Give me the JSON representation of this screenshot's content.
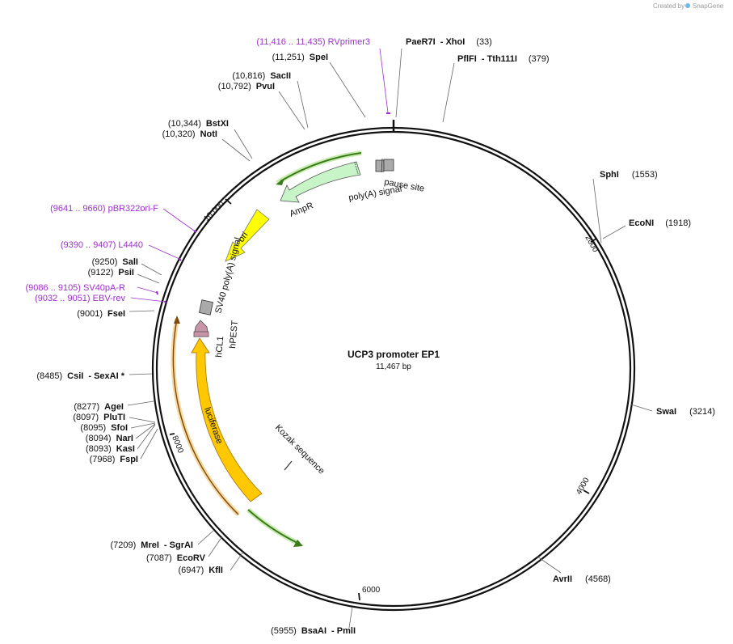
{
  "credit": {
    "prefix": "Created by",
    "brand": "SnapGene"
  },
  "plasmid": {
    "name": "UCP3 promoter EP1",
    "size": "11,467 bp"
  },
  "tick_marks": [
    "10,000",
    "2000",
    "4000",
    "6000",
    "8000"
  ],
  "enzymes": [
    {
      "pos": "(33)",
      "name": "PaeR7I",
      "alt": "XhoI",
      "pos_after": true
    },
    {
      "pos": "(379)",
      "name": "PflFI",
      "alt": "Tth111I",
      "pos_after": true
    },
    {
      "pos": "(11,251)",
      "name": "SpeI"
    },
    {
      "pos": "(10,816)",
      "name": "SacII"
    },
    {
      "pos": "(10,792)",
      "name": "PvuI"
    },
    {
      "pos": "(10,344)",
      "name": "BstXI"
    },
    {
      "pos": "(10,320)",
      "name": "NotI"
    },
    {
      "pos": "(1553)",
      "name": "SphI",
      "pos_after": true
    },
    {
      "pos": "(1918)",
      "name": "EcoNI",
      "pos_after": true
    },
    {
      "pos": "(9250)",
      "name": "SalI"
    },
    {
      "pos": "(9122)",
      "name": "PsiI"
    },
    {
      "pos": "(9001)",
      "name": "FseI"
    },
    {
      "pos": "(8485)",
      "name": "CsiI",
      "alt": "SexAI *"
    },
    {
      "pos": "(3214)",
      "name": "SwaI",
      "pos_after": true
    },
    {
      "pos": "(8277)",
      "name": "AgeI"
    },
    {
      "pos": "(8097)",
      "name": "PluTI"
    },
    {
      "pos": "(8095)",
      "name": "SfoI"
    },
    {
      "pos": "(8094)",
      "name": "NarI"
    },
    {
      "pos": "(8093)",
      "name": "KasI"
    },
    {
      "pos": "(7968)",
      "name": "FspI"
    },
    {
      "pos": "(7209)",
      "name": "MreI",
      "alt": "SgrAI"
    },
    {
      "pos": "(7087)",
      "name": "EcoRV"
    },
    {
      "pos": "(6947)",
      "name": "KflI"
    },
    {
      "pos": "(4568)",
      "name": "AvrII",
      "pos_after": true
    },
    {
      "pos": "(5955)",
      "name": "BsaAI",
      "alt": "PmlI"
    }
  ],
  "primers": [
    {
      "label": "(11,416 .. 11,435)  RVprimer3"
    },
    {
      "label": "(9641 .. 9660)  pBR322ori-F"
    },
    {
      "label": "(9390 .. 9407)  L4440"
    },
    {
      "label": "(9086 .. 9105)  SV40pA-R"
    },
    {
      "label": "(9032 .. 9051)  EBV-rev"
    }
  ],
  "features": {
    "pause_site": "pause site",
    "polyA_signal": "poly(A) signal",
    "ampR": "AmpR",
    "ori": "ori",
    "sv40": "SV40 poly(A) signal",
    "hpest": "hPEST",
    "hcl1": "hCL1",
    "luciferase": "luciferase",
    "kozak": "Kozak sequence"
  },
  "colors": {
    "ampR": "#c8f5c8",
    "ori": "#ffff00",
    "luciferase": "#ffc800",
    "hpest": "#c894a8",
    "primer": "#9b30c8",
    "green_arrow": "#66bb33"
  }
}
